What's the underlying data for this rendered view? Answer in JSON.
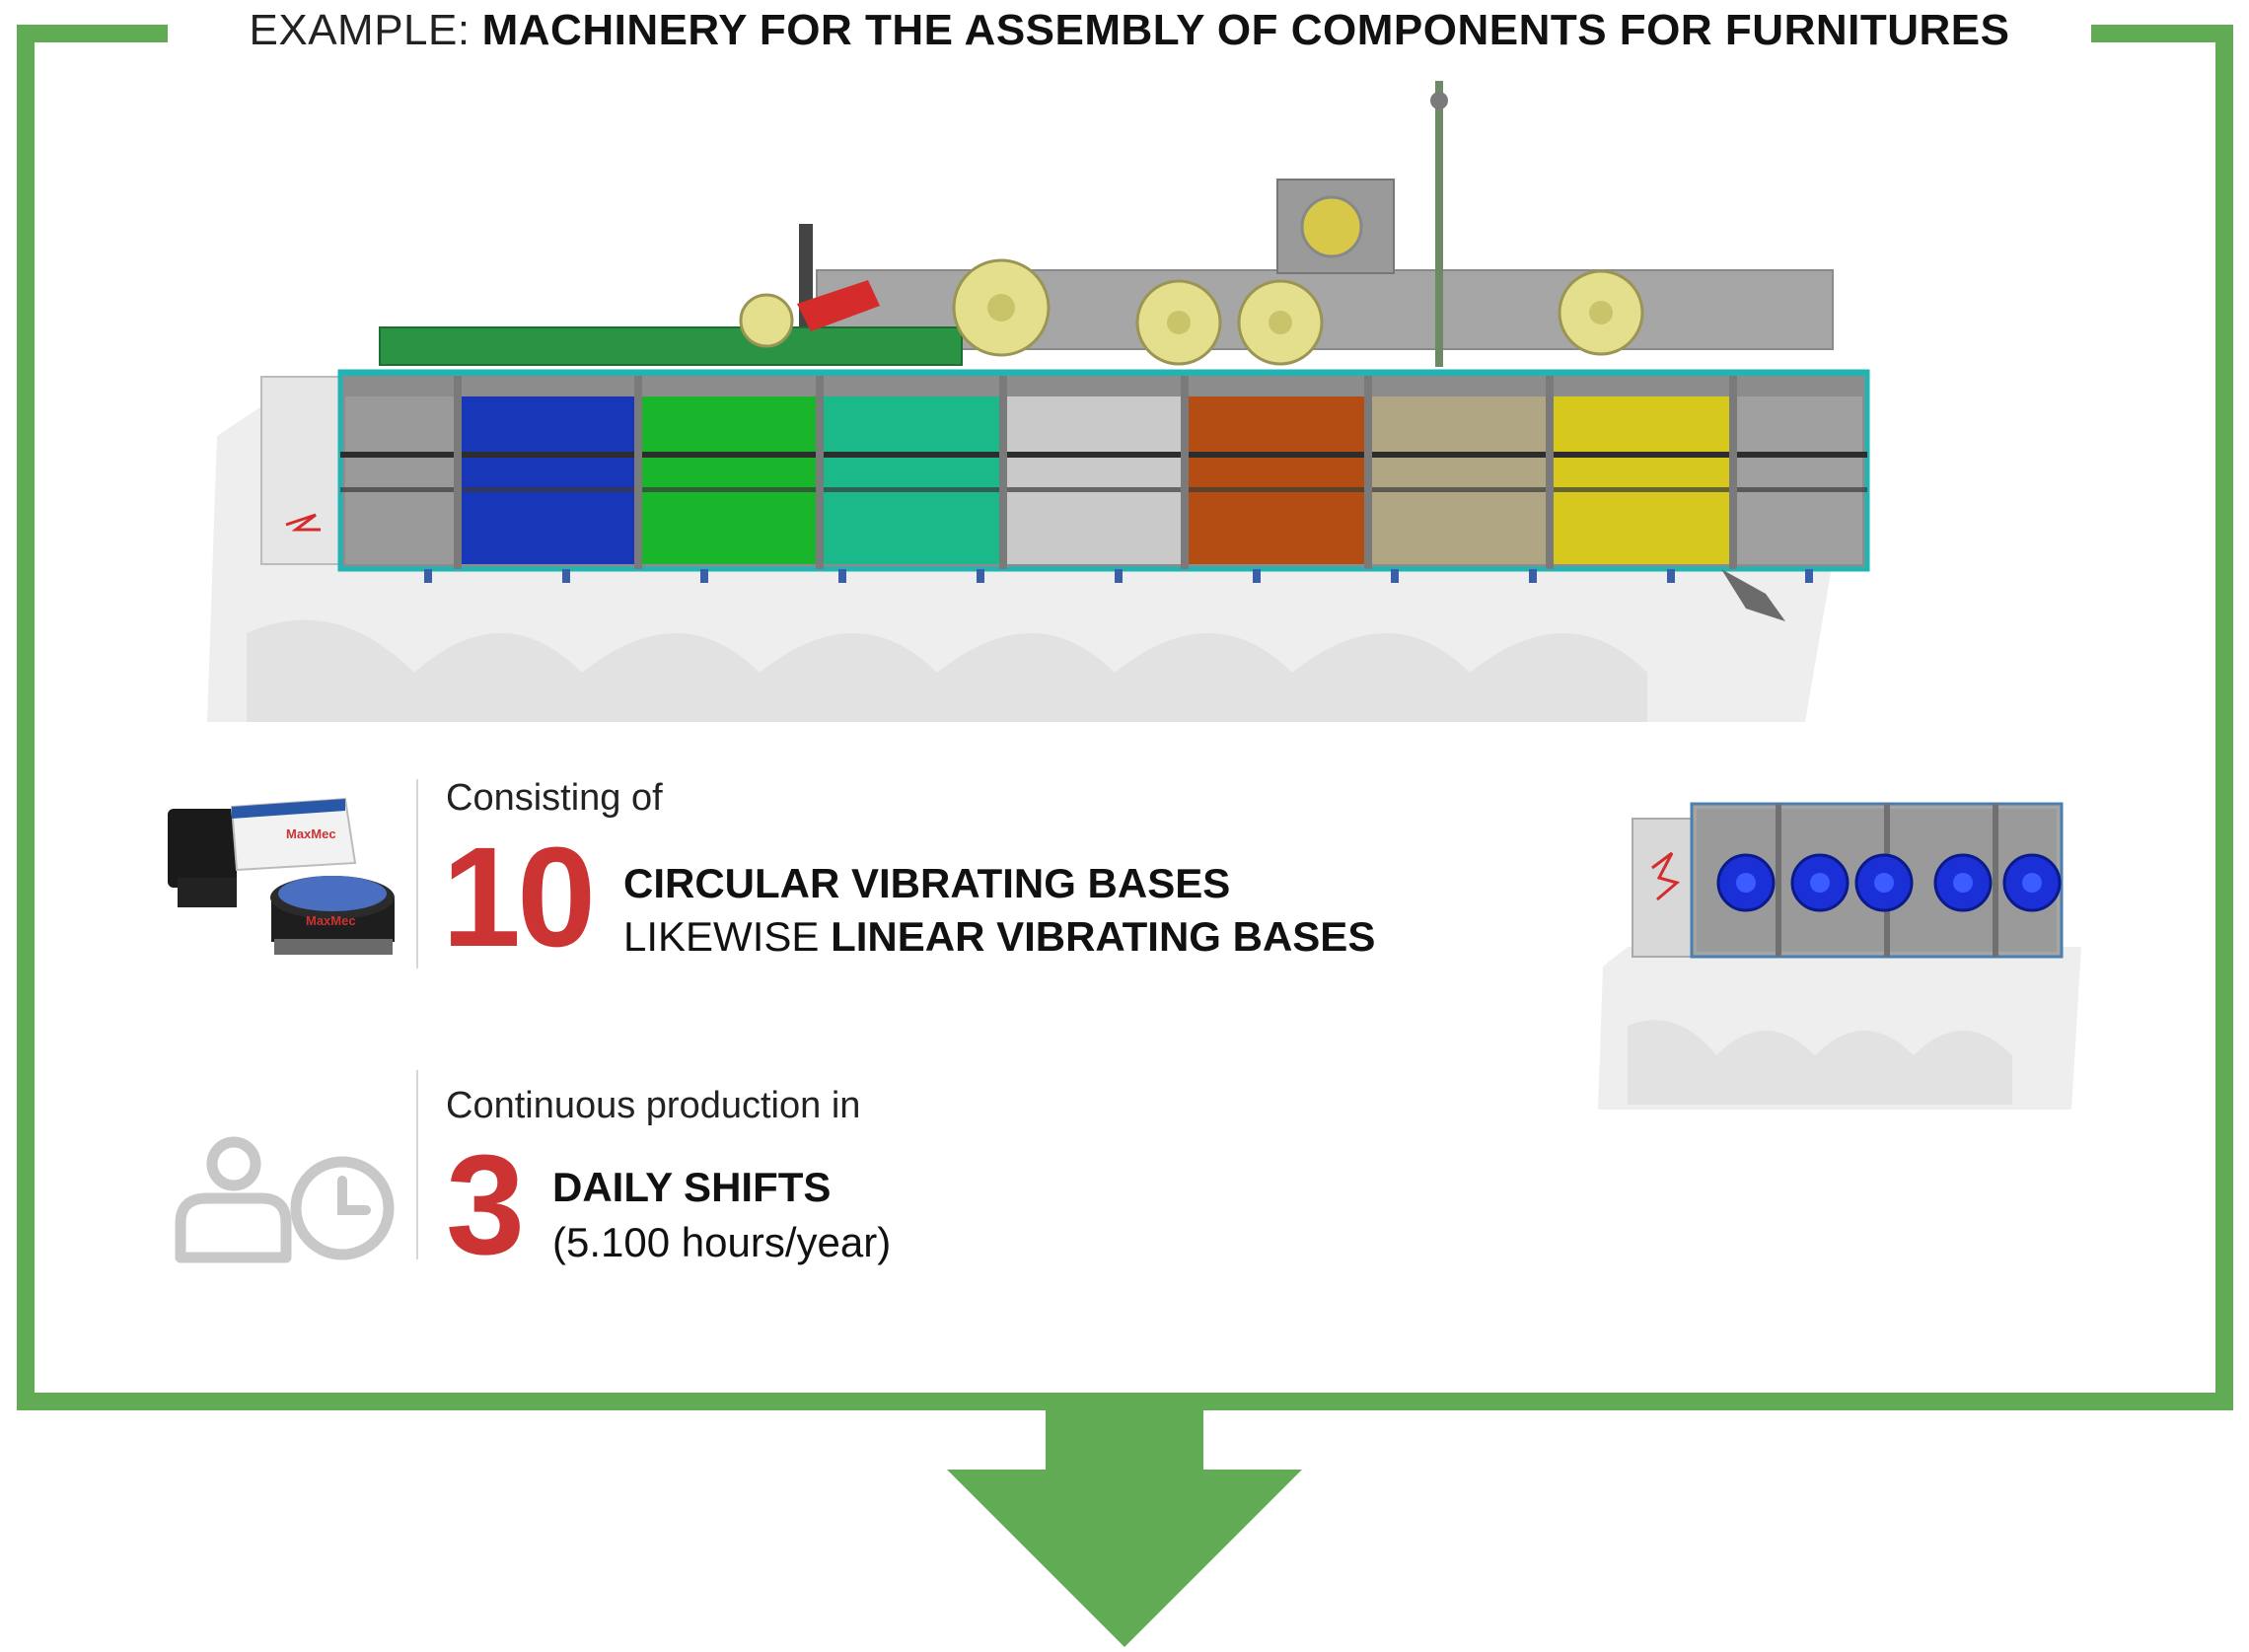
{
  "header": {
    "title_prefix": "EXAMPLE:",
    "title_main": "MACHINERY FOR THE ASSEMBLY OF COMPONENTS FOR FURNITURES"
  },
  "stat_bases": {
    "label": "Consisting of",
    "number": "10",
    "line1": "CIRCULAR VIBRATING BASES",
    "line2_light": "LIKEWISE",
    "line2_bold": "LINEAR VIBRATING BASES"
  },
  "stat_shifts": {
    "label": "Continuous production in",
    "number": "3",
    "line1": "DAILY SHIFTS",
    "line2": "(5.100 hours/year)"
  },
  "product_brand": "MaxMec",
  "colors": {
    "frame_green": "#60ab53",
    "accent_red": "#cc3333",
    "icon_gray": "#c8c8c8",
    "frame_teal": "#22b3b3"
  },
  "icons": {
    "machine_main": "assembly-machine-illustration",
    "machine_small": "vibrating-bases-machine-illustration",
    "product": "vibrating-base-product",
    "shift": "person-clock-icon",
    "arrow": "down-arrow"
  }
}
